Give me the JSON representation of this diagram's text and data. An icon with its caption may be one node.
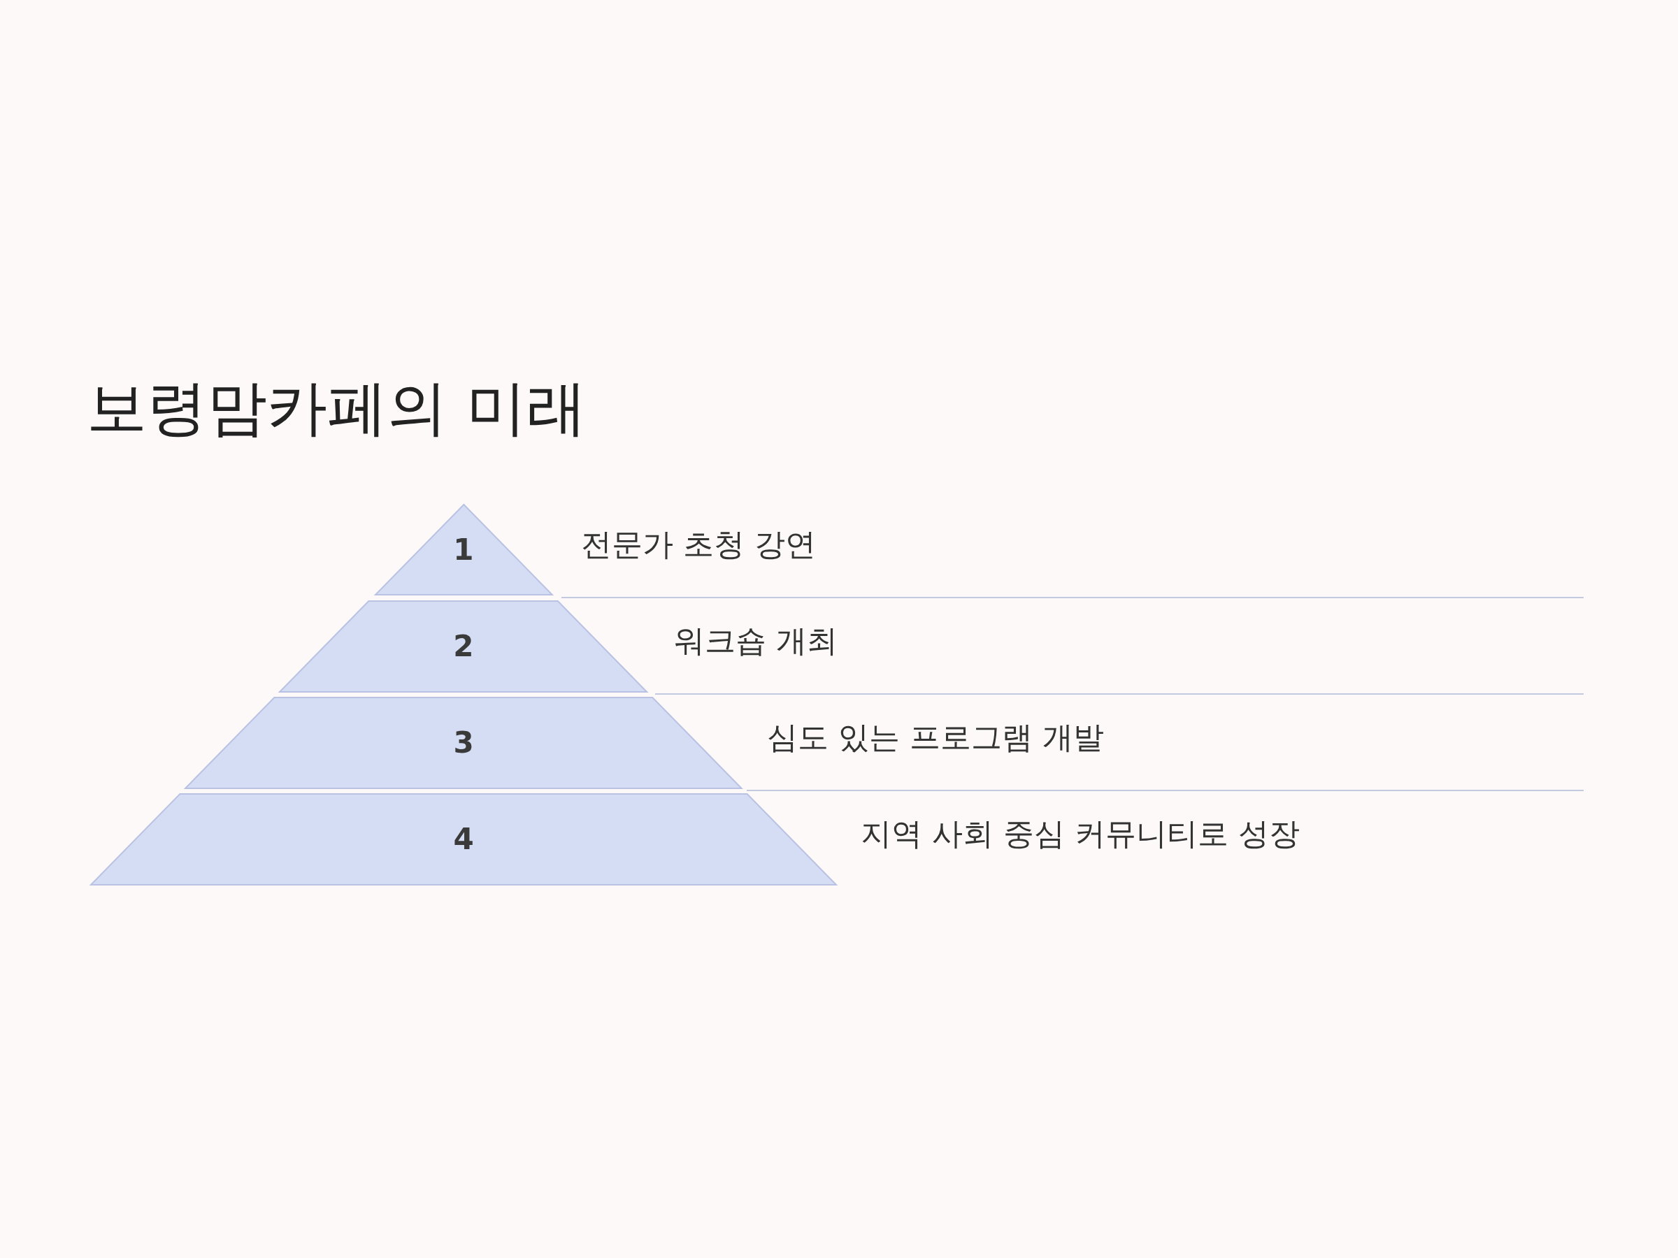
{
  "diagram": {
    "title": "보령맘카페의 미래",
    "nodes": [
      {
        "text": [
          "1"
        ],
        "beside": [
          "전문가 초청 강연"
        ]
      },
      {
        "text": [
          "2"
        ],
        "beside": [
          "워크숍 개최"
        ]
      },
      {
        "text": [
          "3"
        ],
        "beside": [
          "심도 있는 프로그램 개발"
        ]
      },
      {
        "text": [
          "4"
        ],
        "beside": [
          "지역 사회 중심 커뮤니티로 성장"
        ]
      }
    ]
  }
}
